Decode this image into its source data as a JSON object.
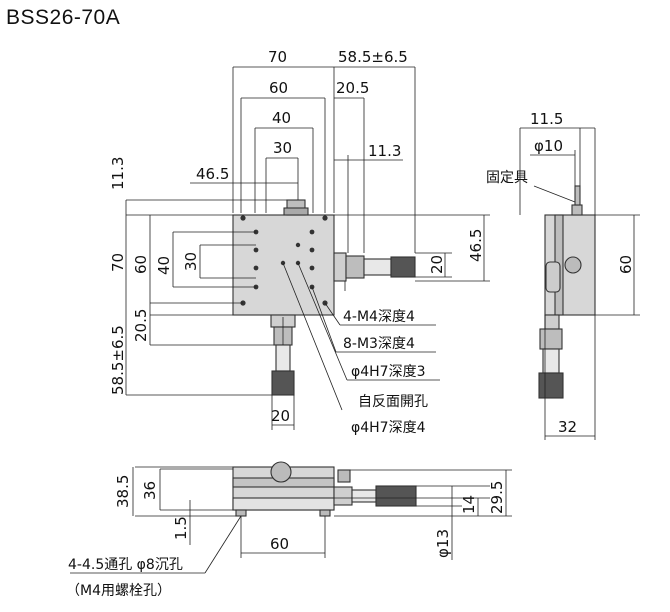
{
  "title": "BSS26-70A",
  "dims": {
    "top_70": "70",
    "top_60": "60",
    "top_40": "40",
    "top_30": "30",
    "top_58_5": "58.5±6.5",
    "top_20_5": "20.5",
    "top_11_3": "11.3",
    "left_46_5": "46.5",
    "left_11_3": "11.3",
    "left_70": "70",
    "left_60": "60",
    "left_40": "40",
    "left_30": "30",
    "left_20_5": "20.5",
    "left_58_5": "58.5±6.5",
    "right_46_5": "46.5",
    "right_20": "20",
    "bottom_20": "20",
    "side_11_5": "11.5",
    "side_phi10": "φ10",
    "side_60": "60",
    "side_32": "32",
    "front_38_5": "38.5",
    "front_36": "36",
    "front_1_5": "1.5",
    "front_60": "60",
    "front_phi13": "φ13",
    "front_14": "14",
    "front_29_5": "29.5"
  },
  "labels": {
    "m4": "4-M4深度4",
    "m3": "8-M3深度4",
    "h7_3": "φ4H7深度3",
    "h7_back_1": "自反面開孔",
    "h7_back_2": "φ4H7深度4",
    "fixture": "固定具",
    "through_1": "4-4.5通孔 φ8沉孔",
    "through_2": "（M4用螺栓孔）"
  }
}
